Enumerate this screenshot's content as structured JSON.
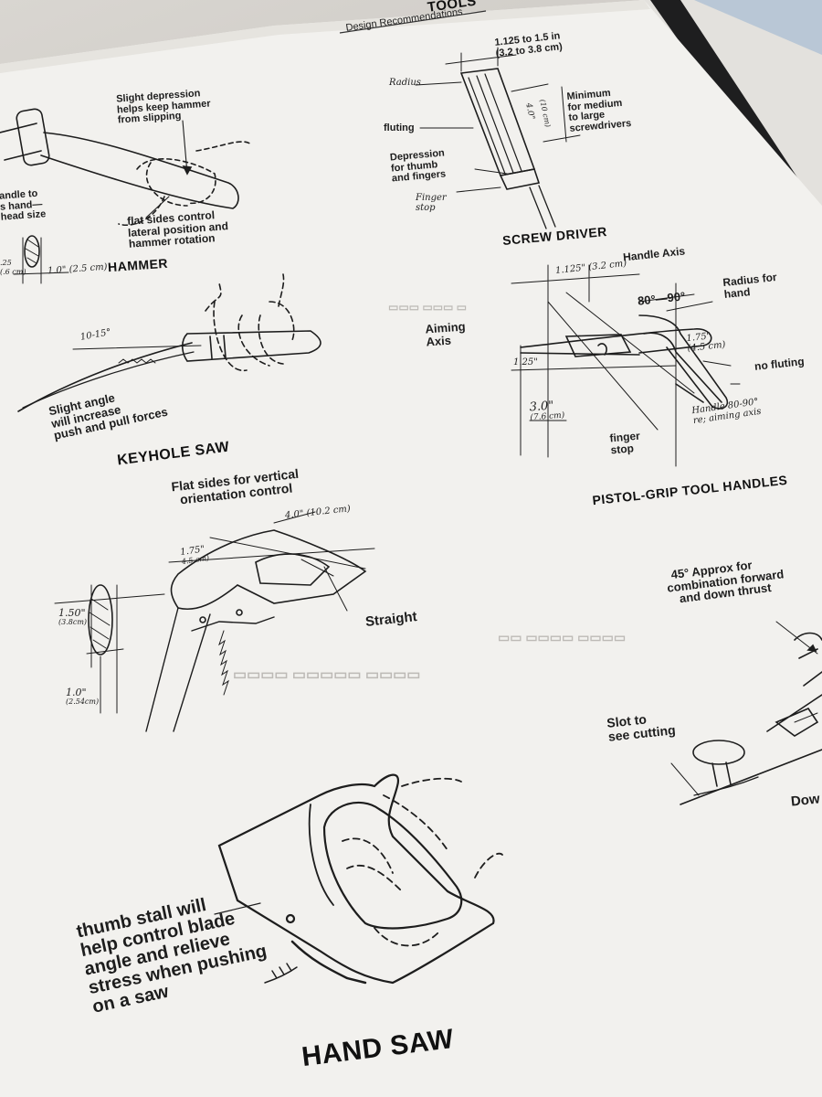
{
  "header": {
    "section": "TOOLS",
    "subtitle": "Design Recommendations"
  },
  "hammer": {
    "title": "HAMMER",
    "depression_note": [
      "Slight depression",
      "helps keep hammer",
      "from slipping"
    ],
    "flat_sides_note": [
      "flat sides control",
      "lateral position and",
      "hammer rotation"
    ],
    "left_note": [
      "andle to",
      "s hand—",
      "head size"
    ],
    "dim_width": "1.0\" (2.5 cm)",
    "dim_small": ".25",
    "dim_small2": "(.6 cm)"
  },
  "screwdriver": {
    "title": "SCREW DRIVER",
    "dim_top": [
      "1.125 to 1.5 in",
      "(3.2 to 3.8 cm)"
    ],
    "radius": "Radius",
    "fluting": "fluting",
    "depression": [
      "Depression",
      "for thumb",
      "and fingers"
    ],
    "finger_stop": [
      "Finger",
      "stop"
    ],
    "minimum": [
      "Minimum",
      "for medium",
      "to large",
      "screwdrivers"
    ],
    "length": "4.0\"",
    "length_cm": "(10 cm)"
  },
  "keyhole_saw": {
    "title": "KEYHOLE SAW",
    "angle": "10-15°",
    "note": [
      "Slight angle",
      "will increase",
      "push and pull forces"
    ]
  },
  "pistol_grip": {
    "title": "PISTOL-GRIP TOOL HANDLES",
    "dim_top": "1.125\" (3.2 cm)",
    "handle_axis": "Handle Axis",
    "angle": "80°—90°",
    "radius": [
      "Radius for",
      "hand"
    ],
    "aiming_axis": [
      "Aiming",
      "Axis"
    ],
    "dim_a": "1.25\"",
    "dim_b": [
      "1.75\"",
      "(4.5 cm)"
    ],
    "no_fluting": "no fluting",
    "dim_c": [
      "3.0\"",
      "(7.6 cm)"
    ],
    "finger_stop": [
      "finger",
      "stop"
    ],
    "handle_note": [
      "Handle 80-90°",
      "re; aiming axis"
    ]
  },
  "hand_saw_dims": {
    "flat_sides": [
      "Flat sides for vertical",
      "orientation control"
    ],
    "dim_len": "4.0\" (10.2 cm)",
    "dim_w": [
      "1.75\"",
      "4.5 cm)"
    ],
    "straight": "Straight",
    "dim_h": [
      "1.50\"",
      "(3.8cm)"
    ],
    "dim_t": [
      "1.0\"",
      "(2.54cm)"
    ]
  },
  "plane": {
    "note": [
      "45° Approx for",
      "combination forward",
      "and down thrust"
    ],
    "slot": [
      "Slot to",
      "see cutting"
    ],
    "partial": "Dow"
  },
  "hand_saw": {
    "title": "HAND SAW",
    "note": [
      "thumb stall will",
      "help control blade",
      "angle and relieve",
      "stress when pushing",
      "on a saw"
    ]
  },
  "colors": {
    "paper": "#f2f1ee",
    "ink": "#1d1d1d",
    "binder": "#1e1e1f"
  }
}
